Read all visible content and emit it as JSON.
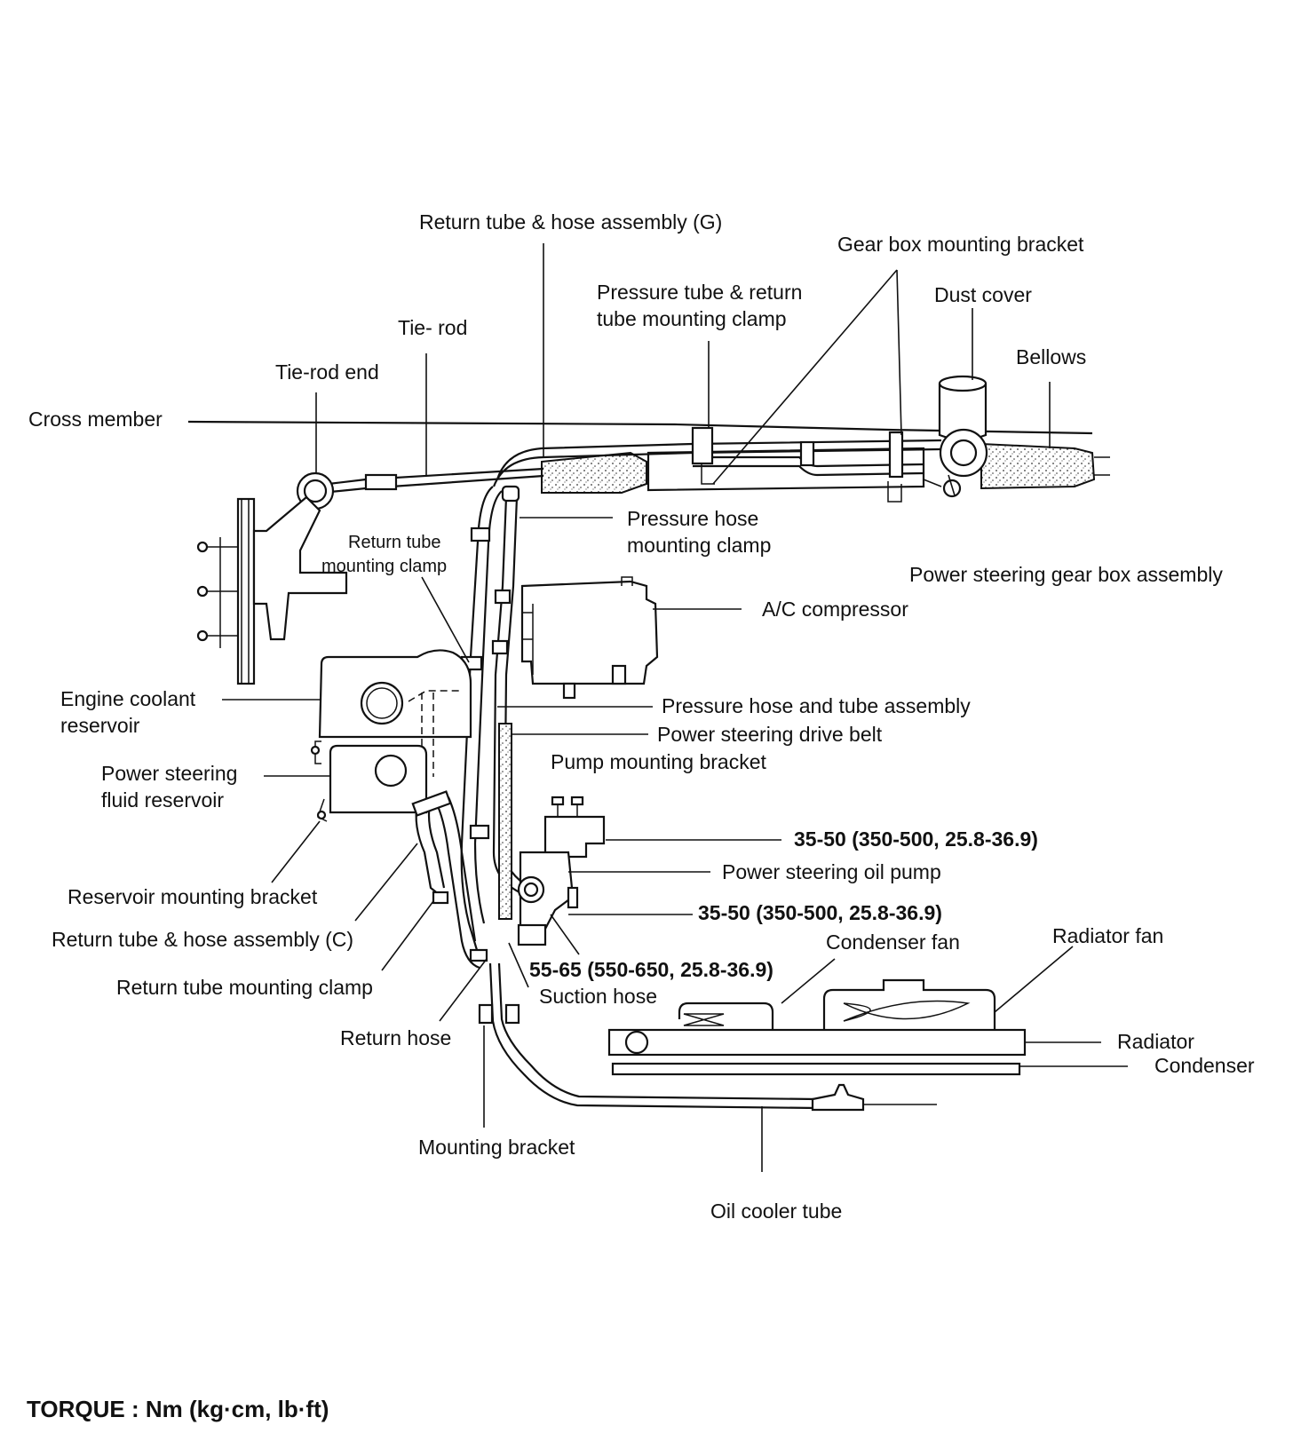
{
  "labels": {
    "return_tube_hose_g": "Return tube & hose assembly (G)",
    "gear_box_mounting_bracket": "Gear box mounting bracket",
    "pressure_return_clamp_1": "Pressure tube & return",
    "pressure_return_clamp_2": "tube mounting clamp",
    "dust_cover": "Dust cover",
    "tie_rod": "Tie- rod",
    "bellows": "Bellows",
    "tie_rod_end": "Tie-rod end",
    "cross_member": "Cross member",
    "pressure_hose_clamp_1": "Pressure hose",
    "pressure_hose_clamp_2": "mounting clamp",
    "return_tube_clamp_upper_1": "Return tube",
    "return_tube_clamp_upper_2": "mounting clamp",
    "ps_gear_box_assembly": "Power steering gear box assembly",
    "ac_compressor": "A/C compressor",
    "engine_coolant_1": "Engine coolant",
    "engine_coolant_2": "reservoir",
    "pressure_hose_tube_assembly": "Pressure hose and tube assembly",
    "ps_drive_belt": "Power steering drive belt",
    "pump_mounting_bracket": "Pump mounting bracket",
    "ps_fluid_reservoir_1": "Power steering",
    "ps_fluid_reservoir_2": "fluid reservoir",
    "torque_1": "35-50 (350-500, 25.8-36.9)",
    "ps_oil_pump": "Power steering oil pump",
    "reservoir_mounting_bracket": "Reservoir mounting bracket",
    "torque_2": "35-50 (350-500, 25.8-36.9)",
    "return_tube_hose_c": "Return tube & hose assembly (C)",
    "condenser_fan": "Condenser fan",
    "radiator_fan": "Radiator fan",
    "torque_3": "55-65 (550-650, 25.8-36.9)",
    "return_tube_clamp_lower": "Return tube mounting clamp",
    "suction_hose": "Suction hose",
    "radiator": "Radiator",
    "return_hose": "Return hose",
    "condenser": "Condenser",
    "mounting_bracket": "Mounting bracket",
    "oil_cooler_tube": "Oil cooler tube"
  },
  "footer": {
    "torque_units": "TORQUE : Nm (kg·cm, lb·ft)"
  }
}
